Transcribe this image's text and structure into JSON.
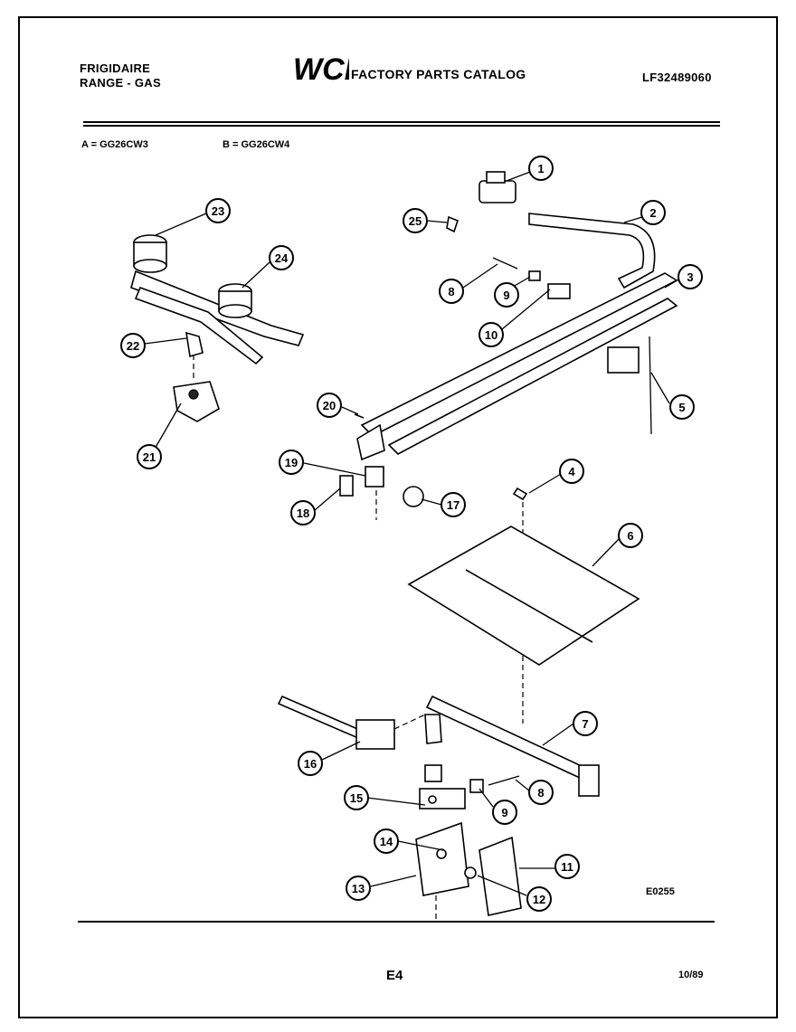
{
  "header": {
    "brand_line1": "FRIGIDAIRE",
    "brand_line2": "RANGE - GAS",
    "logo_text": "WCI",
    "catalog_title": "FACTORY PARTS CATALOG",
    "catalog_number": "LF32489060"
  },
  "models": {
    "a": "A = GG26CW3",
    "b": "B = GG26CW4"
  },
  "diagram": {
    "reference_code": "E0255",
    "callouts": [
      "1",
      "2",
      "3",
      "4",
      "5",
      "6",
      "7",
      "8",
      "9",
      "10",
      "11",
      "12",
      "13",
      "14",
      "15",
      "16",
      "17",
      "18",
      "19",
      "20",
      "21",
      "22",
      "23",
      "24",
      "25",
      "8",
      "9"
    ]
  },
  "footer": {
    "page": "E4",
    "date": "10/89"
  }
}
